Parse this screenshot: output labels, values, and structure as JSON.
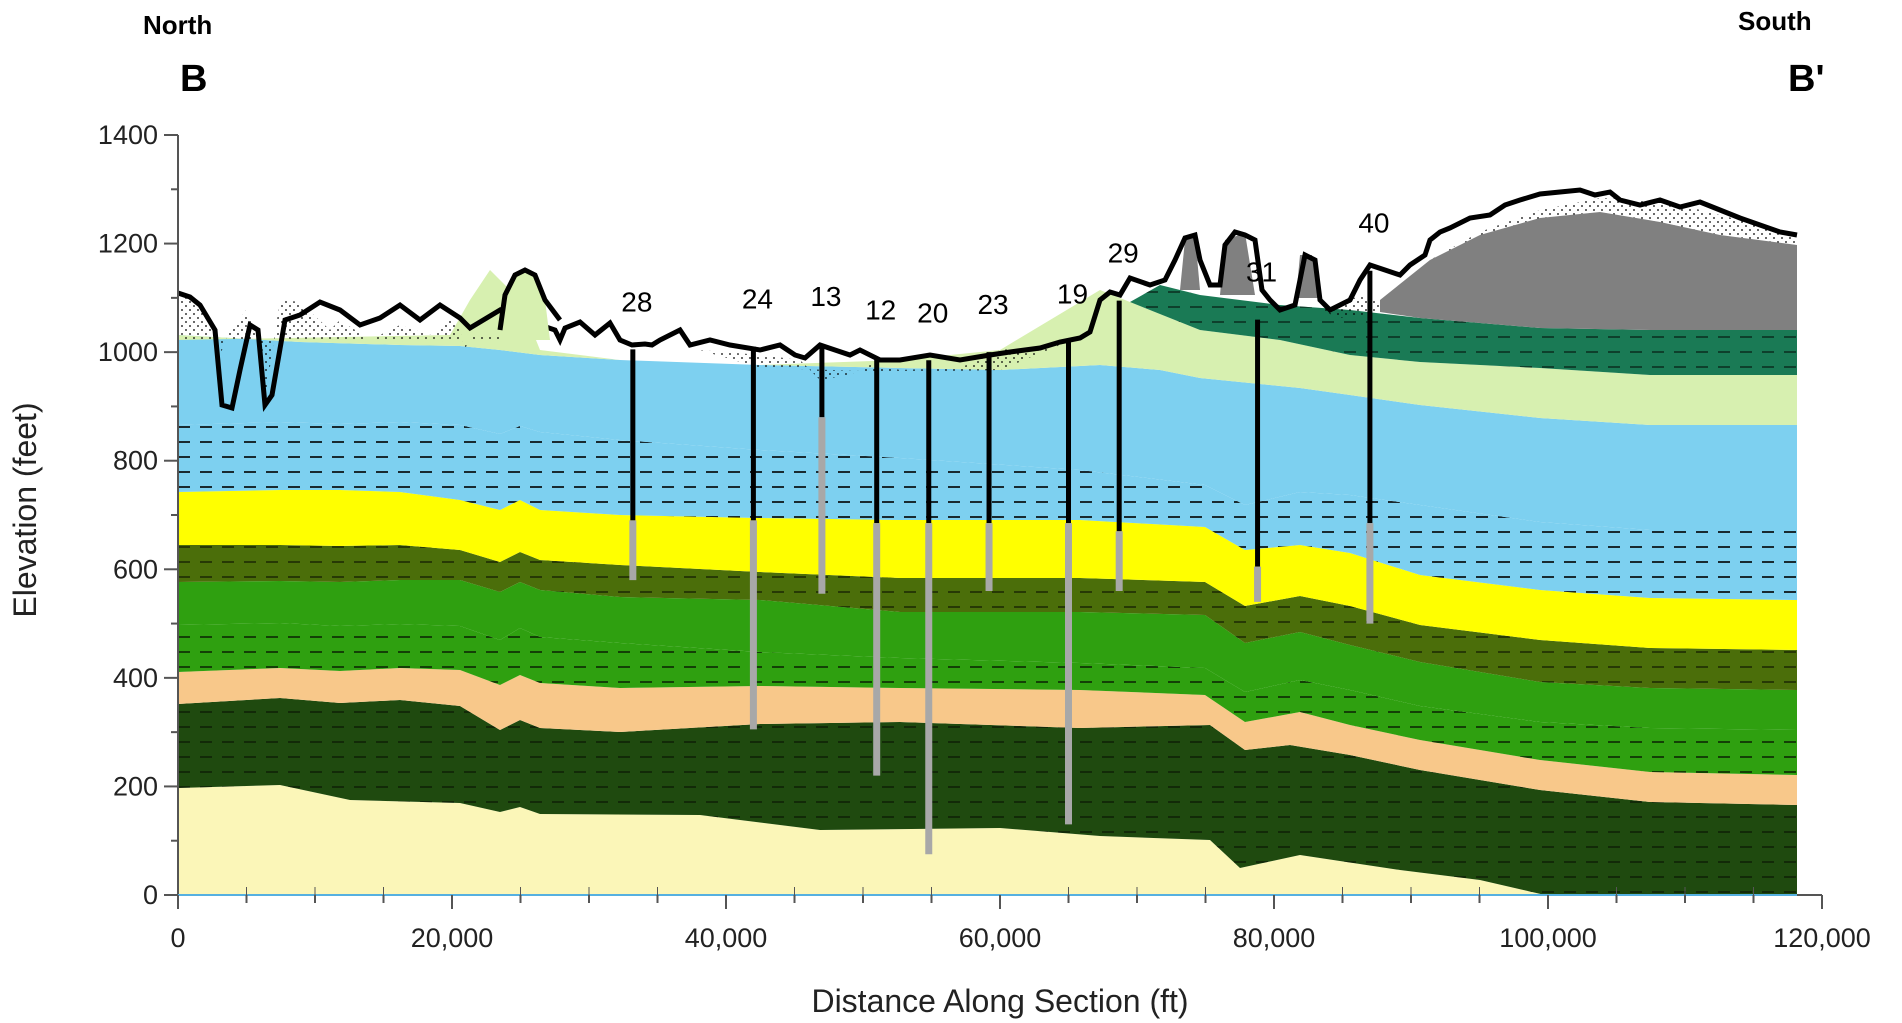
{
  "header": {
    "north": "North",
    "south": "South",
    "start_label": "B",
    "end_label": "B'"
  },
  "axes": {
    "x_title": "Distance Along Section (ft)",
    "y_title": "Elevation (feet)",
    "x_ticks": [
      "0",
      "20,000",
      "40,000",
      "60,000",
      "80,000",
      "100,000",
      "120,000"
    ],
    "x_tick_values": [
      0,
      20000,
      40000,
      60000,
      80000,
      100000,
      120000
    ],
    "y_ticks": [
      "0",
      "200",
      "400",
      "600",
      "800",
      "1000",
      "1200",
      "1400"
    ],
    "y_tick_values": [
      0,
      200,
      400,
      600,
      800,
      1000,
      1200,
      1400
    ],
    "xlim": [
      0,
      120000
    ],
    "ylim": [
      0,
      1400
    ]
  },
  "wells": [
    {
      "label": "28",
      "x": 33200,
      "top": 1005,
      "screen_top": 690,
      "bottom": 580
    },
    {
      "label": "24",
      "x": 42000,
      "top": 1010,
      "screen_top": 690,
      "bottom": 305
    },
    {
      "label": "13",
      "x": 47000,
      "top": 1015,
      "screen_top": 880,
      "bottom": 555
    },
    {
      "label": "12",
      "x": 51000,
      "top": 990,
      "screen_top": 685,
      "bottom": 220
    },
    {
      "label": "20",
      "x": 54800,
      "top": 985,
      "screen_top": 685,
      "bottom": 75
    },
    {
      "label": "23",
      "x": 59200,
      "top": 1000,
      "screen_top": 685,
      "bottom": 560
    },
    {
      "label": "19",
      "x": 65000,
      "top": 1020,
      "screen_top": 685,
      "bottom": 130
    },
    {
      "label": "29",
      "x": 68700,
      "top": 1095,
      "screen_top": 670,
      "bottom": 560
    },
    {
      "label": "31",
      "x": 78800,
      "top": 1060,
      "screen_top": 605,
      "bottom": 540
    },
    {
      "label": "40",
      "x": 87000,
      "top": 1150,
      "screen_top": 685,
      "bottom": 500
    }
  ],
  "colors": {
    "light_blue": "#7dd0f0",
    "yellow": "#ffff00",
    "olive": "#4b6e0a",
    "green": "#2fa010",
    "tan": "#f8c88a",
    "dark_green": "#1f4a0f",
    "pale_yellow": "#fbf6b8",
    "pale_green": "#d7f0b0",
    "teal": "#1a7a55",
    "gray": "#808080",
    "well_black": "#000000",
    "well_gray": "#a8a8a8"
  }
}
